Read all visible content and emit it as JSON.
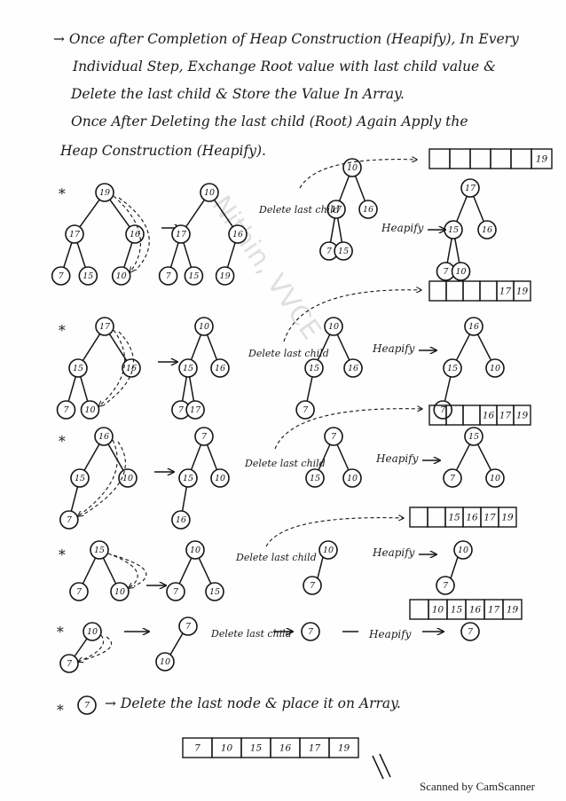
{
  "intro_lines": [
    "→ Once after Completion of Heap Construction (Heapify), In Every",
    "Individual Step, Exchange Root value with last child value &",
    "Delete the last child & Store the Value In Array.",
    "Once After Deleting the last child (Root) Again Apply the",
    "Heap Construction (Heapify)."
  ],
  "watermark": "Nithin, VVCE",
  "steps": [
    {
      "bullet": "*",
      "tree1": [
        "19",
        "17",
        "16",
        "7",
        "15",
        "10"
      ],
      "tree2": [
        "10",
        "17",
        "16",
        "7",
        "15",
        "19"
      ],
      "op": "Delete last child",
      "tree3": [
        "10",
        "17",
        "16",
        "7",
        "15"
      ],
      "heapify": "Heapify",
      "tree4": [
        "17",
        "15",
        "16",
        "7",
        "10"
      ],
      "array": [
        "",
        "",
        "",
        "",
        "",
        "19"
      ]
    },
    {
      "bullet": "*",
      "tree1": [
        "17",
        "15",
        "16",
        "7",
        "10"
      ],
      "tree2": [
        "10",
        "15",
        "16",
        "7",
        "17"
      ],
      "op": "Delete last child",
      "tree3": [
        "10",
        "15",
        "16",
        "7"
      ],
      "heapify": "Heapify",
      "tree4": [
        "16",
        "15",
        "10",
        "7"
      ],
      "array": [
        "",
        "",
        "",
        "",
        "17",
        "19"
      ]
    },
    {
      "bullet": "*",
      "tree1": [
        "16",
        "15",
        "10",
        "7"
      ],
      "tree2": [
        "7",
        "15",
        "10",
        "16"
      ],
      "op": "Delete last child",
      "tree3": [
        "7",
        "15",
        "10"
      ],
      "heapify": "Heapify",
      "tree4": [
        "15",
        "7",
        "10"
      ],
      "array": [
        "",
        "",
        "",
        "16",
        "17",
        "19"
      ]
    },
    {
      "bullet": "*",
      "tree1": [
        "15",
        "7",
        "10"
      ],
      "tree2": [
        "10",
        "7",
        "15"
      ],
      "op": "Delete last child",
      "tree3": [
        "10",
        "7"
      ],
      "heapify": "Heapify",
      "tree4": [
        "10",
        "7"
      ],
      "array": [
        "",
        "",
        "15",
        "16",
        "17",
        "19"
      ]
    },
    {
      "bullet": "*",
      "tree1": [
        "10",
        "7"
      ],
      "tree2": [
        "7",
        "10"
      ],
      "op": "Delete last child",
      "tree3": [
        "7"
      ],
      "heapify": "Heapify",
      "tree4": [
        "7"
      ],
      "array": [
        "",
        "10",
        "15",
        "16",
        "17",
        "19"
      ]
    }
  ],
  "final_step": {
    "bullet": "*",
    "node": "7",
    "text": "→ Delete the last node & place it on Array."
  },
  "final_array": [
    "7",
    "10",
    "15",
    "16",
    "17",
    "19"
  ],
  "footer": "Scanned by CamScanner"
}
